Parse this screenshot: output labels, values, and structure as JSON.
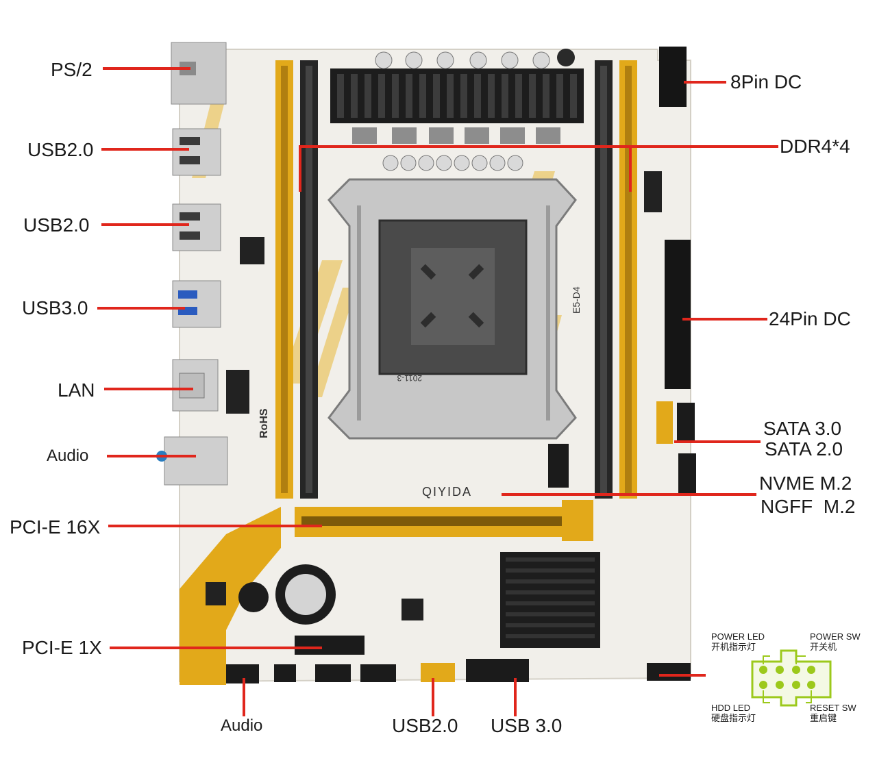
{
  "labels": {
    "ps2": "PS/2",
    "usb20_a": "USB2.0",
    "usb20_b": "USB2.0",
    "usb30": "USB3.0",
    "lan": "LAN",
    "audio_rear": "Audio",
    "pcie16": "PCI-E 16X",
    "pcie1": "PCI-E 1X",
    "audio_bottom": "Audio",
    "usb20_bottom": "USB2.0",
    "usb30_bottom": "USB 3.0",
    "pin8": "8Pin DC",
    "ddr4": "DDR4*4",
    "pin24": "24Pin DC",
    "sata3": "SATA 3.0",
    "sata2": "SATA 2.0",
    "nvme": "NVME M.2",
    "ngff": "NGFF  M.2"
  },
  "board_text": {
    "brand": "QIYIDA",
    "rohs": "RoHS",
    "socket_model": "E5-D4",
    "socket_year": "2011-3"
  },
  "front_panel": {
    "power_led": "POWER LED",
    "power_led_cn": "开机指示灯",
    "power_sw": "POWER SW",
    "power_sw_cn": "开关机",
    "hdd_led": "HDD LED",
    "hdd_led_cn": "硬盘指示灯",
    "reset_sw": "RESET SW",
    "reset_sw_cn": "重启键"
  },
  "colors": {
    "pointer": "#e0261c",
    "slot_gold": "#e2a91a",
    "board": "#f1efea",
    "heatsink": "#1d1d1d",
    "pin_green": "#9cc91b"
  }
}
